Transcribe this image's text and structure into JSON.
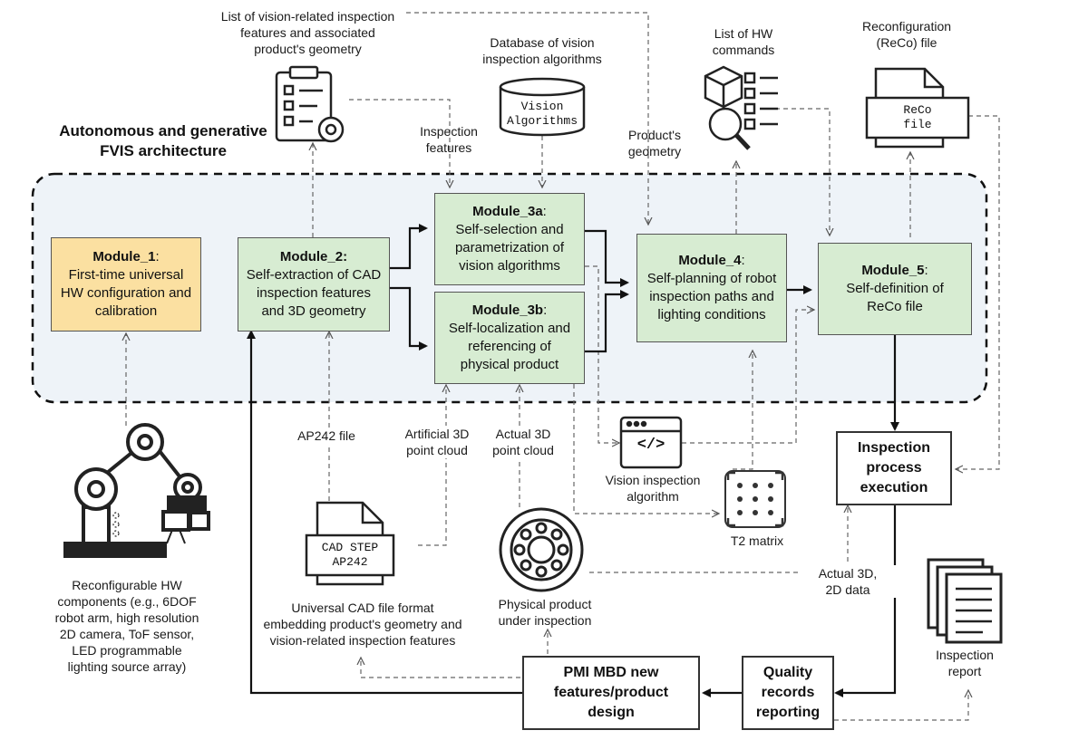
{
  "architecture_title": [
    "Autonomous and generative",
    "FVIS architecture"
  ],
  "modules": {
    "m1": {
      "name": "Module_1",
      "suffix": ":",
      "lines": [
        "First-time universal",
        "HW configuration and",
        "calibration"
      ]
    },
    "m2": {
      "name": "Module_2:",
      "suffix": "",
      "lines": [
        "Self-extraction of CAD",
        "inspection features",
        "and 3D geometry"
      ]
    },
    "m3a": {
      "name": "Module_3a",
      "suffix": ":",
      "lines": [
        "Self-selection and",
        "parametrization of",
        "vision algorithms"
      ]
    },
    "m3b": {
      "name": "Module_3b",
      "suffix": ":",
      "lines": [
        "Self-localization and",
        "referencing of",
        "physical product"
      ]
    },
    "m4": {
      "name": "Module_4",
      "suffix": ":",
      "lines": [
        "Self-planning of robot",
        "inspection paths and",
        "lighting conditions"
      ]
    },
    "m5": {
      "name": "Module_5",
      "suffix": ":",
      "lines": [
        "Self-definition of",
        "ReCo file"
      ]
    }
  },
  "process_boxes": {
    "execution": [
      "Inspection",
      "process",
      "execution"
    ],
    "quality": [
      "Quality",
      "records",
      "reporting"
    ],
    "pmi": [
      "PMI MBD new",
      "features/product",
      "design"
    ]
  },
  "labels": {
    "vision_list": [
      "List of vision-related inspection",
      "features and associated",
      "product's geometry"
    ],
    "database": [
      "Database of vision",
      "inspection algorithms"
    ],
    "hw_list": [
      "List of HW",
      "commands"
    ],
    "reco_title": [
      "Reconfiguration",
      "(ReCo) file"
    ],
    "inspection_features": [
      "Inspection",
      "features"
    ],
    "products_geometry": [
      "Product's",
      "geometry"
    ],
    "ap242_file": [
      "AP242 file"
    ],
    "artificial_cloud": [
      "Artificial 3D",
      "point cloud"
    ],
    "actual_cloud": [
      "Actual 3D",
      "point cloud"
    ],
    "vision_algorithm": [
      "Vision inspection",
      "algorithm"
    ],
    "t2_matrix": [
      "T2 matrix"
    ],
    "actual_data": [
      "Actual 3D,",
      "2D data"
    ],
    "physical_product": [
      "Physical product",
      "under inspection"
    ],
    "cad_format": [
      "Universal CAD file format",
      "embedding product's geometry and",
      "vision-related inspection features"
    ],
    "hw_components": [
      "Reconfigurable HW",
      "components (e.g., 6DOF",
      "robot arm, high resolution",
      "2D camera, ToF sensor,",
      "LED programmable",
      "lighting source array)"
    ],
    "inspection_report": [
      "Inspection",
      "report"
    ]
  },
  "icon_text": {
    "vision_algorithms": [
      "Vision",
      "Algorithms"
    ],
    "reco_file": [
      "ReCo",
      "file"
    ],
    "cad_step": [
      "CAD STEP",
      "AP242"
    ],
    "code_symbol": "</>"
  },
  "colors": {
    "module_green": "#d7ecd2",
    "module_yellow": "#fbe0a1",
    "architecture_bg": "#eef3f8"
  }
}
